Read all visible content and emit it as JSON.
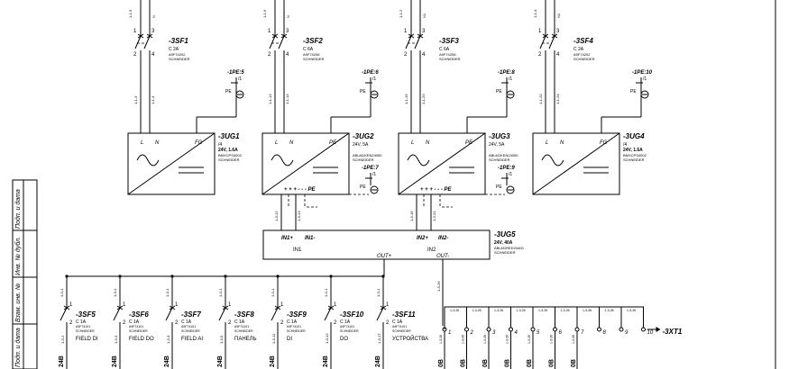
{
  "frame_labels": [
    "Подп. и дата",
    "Инв. № дубл.",
    "Взам. инв. №",
    "Подп. и дата"
  ],
  "top_wires": [
    {
      "a": "1-1-5",
      "b": "N"
    },
    {
      "a": "1-1-6",
      "b": "N"
    },
    {
      "a": "1-1-2",
      "b": "N1"
    },
    {
      "a": "1-1-4",
      "b": "N1"
    }
  ],
  "breakers_top": [
    {
      "tag": "-3SF1",
      "rating": "C 2A",
      "model": "A9F74202",
      "maker": "SCHNEIDER",
      "w1": "1-1-3",
      "w2": "1-1-4"
    },
    {
      "tag": "-3SF2",
      "rating": "C 6A",
      "model": "A9F74206",
      "maker": "SCHNEIDER",
      "w1": "1-1-13",
      "w2": "1-1-14"
    },
    {
      "tag": "-3SF3",
      "rating": "C 6A",
      "model": "A9F74206",
      "maker": "SCHNEIDER",
      "w1": "1-1-19",
      "w2": "1-1-20"
    },
    {
      "tag": "-3SF4",
      "rating": "C 2A",
      "model": "A9F74202",
      "maker": "SCHNEIDER",
      "w1": "1-1-22",
      "w2": "1-1-24"
    }
  ],
  "pe_refs": [
    {
      "ref": "-1PE:5",
      "sub": "/1"
    },
    {
      "ref": "-1PE:6",
      "sub": "/1"
    },
    {
      "ref": "-1PE:8",
      "sub": "/1"
    },
    {
      "ref": "-1PE:10",
      "sub": "/1"
    },
    {
      "ref": "-1PE:7",
      "sub": "/1"
    },
    {
      "ref": "-1PE:9",
      "sub": "/1"
    }
  ],
  "pe_label": "PE",
  "psu": [
    {
      "tag": "-3UG1",
      "spec1": "/4",
      "spec2": "24V, 1.6A",
      "model": "BMXCPS4002",
      "maker": "SCHNEIDER",
      "t1": "L",
      "t2": "N",
      "t3": "FG",
      "out": ""
    },
    {
      "tag": "-3UG2",
      "spec1": "24V, 5A",
      "spec2": "",
      "model": "ABLM1KEN24050",
      "maker": "SCHNEIDER",
      "t1": "L",
      "t2": "N",
      "t3": "PE",
      "out": "+ + + - - -  PE"
    },
    {
      "tag": "-3UG3",
      "spec1": "24V, 5A",
      "spec2": "",
      "model": "ABLM1KEN24050",
      "maker": "SCHNEIDER",
      "t1": "L",
      "t2": "N",
      "t3": "PE",
      "out": "+ + + - - -  PE"
    },
    {
      "tag": "-3UG4",
      "spec1": "/4",
      "spec2": "24V, 1.6A",
      "model": "BMXCPS4002",
      "maker": "SCHNEIDER",
      "t1": "L",
      "t2": "N",
      "t3": "FG",
      "out": ""
    }
  ],
  "psu_wires": [
    "1-3-12",
    "1-3-13",
    "1-3-16",
    "1-3-21"
  ],
  "redundancy": {
    "tag": "-3UG5",
    "spec": "24V, 40A",
    "model": "ABLM1RED24400",
    "maker": "SCHNEIDER",
    "in1p": "IN1+",
    "in1m": "IN1-",
    "in2p": "IN2+",
    "in2m": "IN2-",
    "in1": "IN1",
    "in2": "IN2",
    "outp": "OUT+",
    "outm": "OUT-",
    "wire": "1-3-26"
  },
  "breakers_bottom": [
    {
      "tag": "-3SF5",
      "rating": "C 1A",
      "model": "A9F74101",
      "maker": "SCHNEIDER",
      "label": "FIELD DI",
      "w_in": "1-3-1",
      "w_out": "1-3-2",
      "v": "24В"
    },
    {
      "tag": "-3SF6",
      "rating": "C 1A",
      "model": "A9F74101",
      "maker": "SCHNEIDER",
      "label": "FIELD DO",
      "w_in": "1-3-1",
      "w_out": "1-3-3",
      "v": "24В"
    },
    {
      "tag": "-3SF7",
      "rating": "C 1A",
      "model": "A9F74101",
      "maker": "SCHNEIDER",
      "label": "FIELD AI",
      "w_in": "1-3-1",
      "w_out": "1-3-4",
      "v": "24В"
    },
    {
      "tag": "-3SF8",
      "rating": "C 1A",
      "model": "A9F74101",
      "maker": "SCHNEIDER",
      "label": "ПАНЕЛЬ",
      "w_in": "1-3-1",
      "w_out": "1-3-5",
      "v": "24В"
    },
    {
      "tag": "-3SF9",
      "rating": "C 1A",
      "model": "A9F74101",
      "maker": "SCHNEIDER",
      "label": "DI",
      "w_in": "1-3-1",
      "w_out": "1-3-11",
      "v": "24В"
    },
    {
      "tag": "-3SF10",
      "rating": "C 1A",
      "model": "A9F74101",
      "maker": "SCHNEIDER",
      "label": "DO",
      "w_in": "1-3-1",
      "w_out": "1-3-12",
      "v": "24В"
    },
    {
      "tag": "-3SF11",
      "rating": "C 1A",
      "model": "A9F74101",
      "maker": "SCHNEIDER",
      "label": "УСТРОЙСТВА",
      "w_in": "1-3-1",
      "w_out": "1-3-17",
      "v": "24В"
    }
  ],
  "terminals": {
    "tag": "-3XT1",
    "items": [
      {
        "n": "1",
        "w": "1-3-26",
        "v": "0В"
      },
      {
        "n": "2",
        "w": "1-3-26",
        "v": "0В"
      },
      {
        "n": "3",
        "w": "1-3-26",
        "v": "0В"
      },
      {
        "n": "4",
        "w": "1-3-26",
        "v": "0В"
      },
      {
        "n": "5",
        "w": "1-3-26",
        "v": "0В"
      },
      {
        "n": "6",
        "w": "1-3-26",
        "v": "0В"
      },
      {
        "n": "7",
        "w": "1-3-26",
        "v": "0В"
      },
      {
        "n": "8",
        "w": "1-3-26",
        "v": ""
      },
      {
        "n": "9",
        "w": "1-3-26",
        "v": ""
      },
      {
        "n": "10",
        "w": "",
        "v": ""
      }
    ]
  }
}
